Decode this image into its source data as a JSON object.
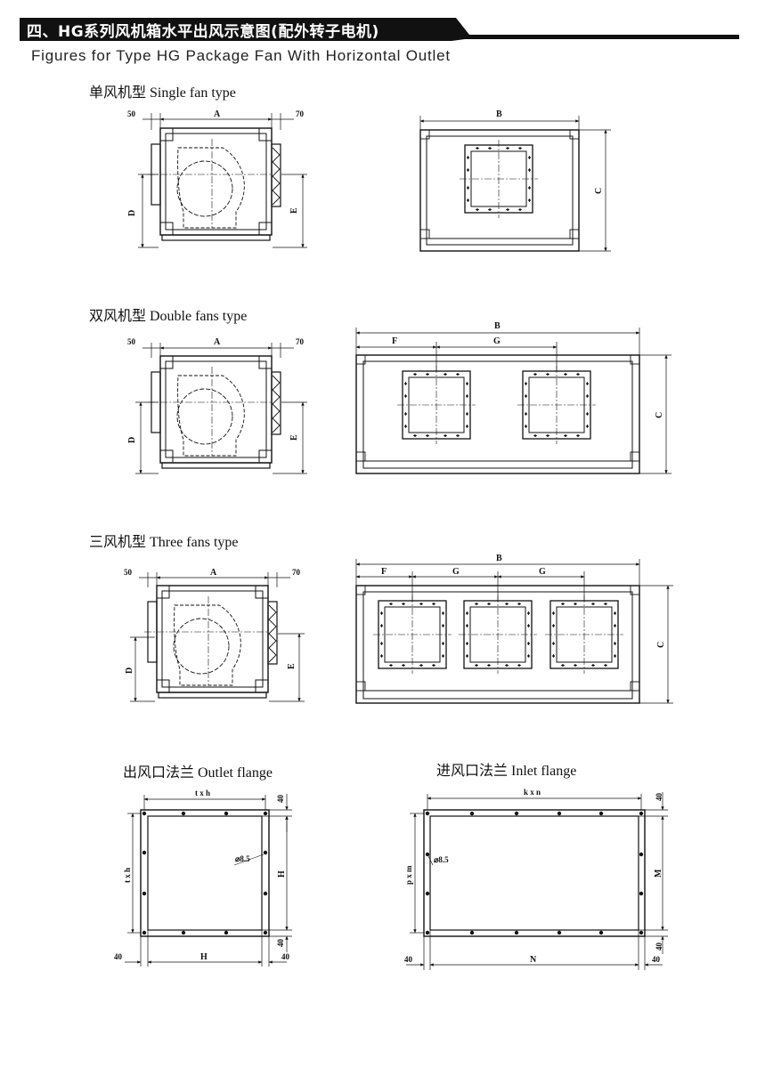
{
  "header": {
    "title": "四、HG系列风机箱水平出风示意图(配外转子电机)",
    "subtitle": "Figures  for Type HG Package Fan With Horizontal Outlet"
  },
  "sections": {
    "single": "单风机型  Single fan type",
    "double": "双风机型  Double fans type",
    "three": "三风机型  Three fans type",
    "outlet": "出风口法兰  Outlet   flange",
    "inlet": "进风口法兰    Inlet flange"
  },
  "dims": {
    "n50": "50",
    "n70": "70",
    "n40": "40",
    "A": "A",
    "B": "B",
    "C": "C",
    "D": "D",
    "E": "E",
    "F": "F",
    "G": "G",
    "H": "H",
    "M": "M",
    "N": "N",
    "txh": "t x h",
    "kxn": "k x n",
    "pxm": "p x m",
    "phi": "⌀8.5"
  },
  "colors": {
    "banner": "#111111",
    "line": "#111111"
  }
}
